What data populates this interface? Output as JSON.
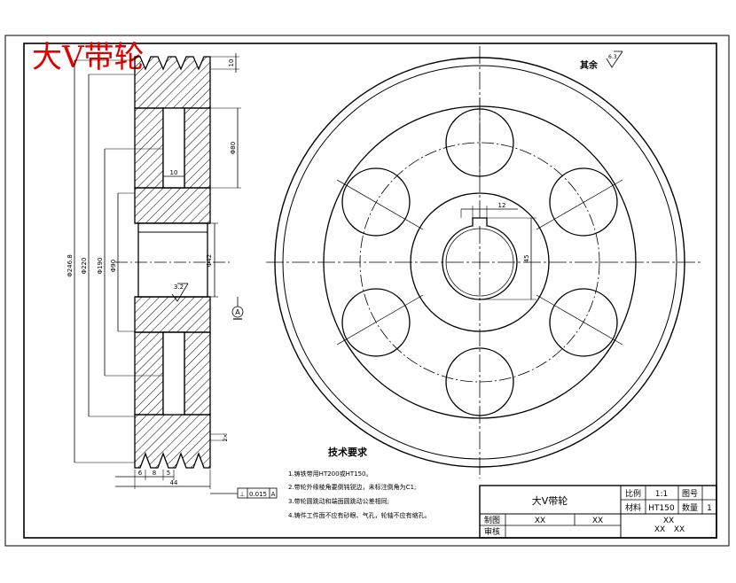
{
  "banner_title": "大V带轮",
  "surface_note": {
    "label": "其余",
    "roughness": "6.3"
  },
  "section_view": {
    "dim_top_width": "10",
    "dim_diameters": [
      "Φ246.8",
      "Φ220",
      "Φ190",
      "Φ90"
    ],
    "dim_hub_bore": "Φ42",
    "dim_inner": "Φ80",
    "dim_rib": "10",
    "roughness_bore": "3.2",
    "datum_label": "A",
    "bottom_dims": [
      "6",
      "8",
      "5"
    ],
    "overall_width": "44",
    "tolerance_frame": [
      "⊥",
      "0.015",
      "A"
    ],
    "chamfer_note": "2×"
  },
  "front_view": {
    "keyway_width": "12",
    "keyway_depth": "45"
  },
  "technical_requirements": {
    "heading": "技术要求",
    "items": [
      "1.铸铁带用HT200或HT150。",
      "2.带轮外缘棱角要倒钝锐边，未标注倒角为C1;",
      "3.带轮圆跳动和端面圆跳动公差相同;",
      "4.铸件工件面不应有砂眼、气孔，轮轴不应有缩孔。"
    ]
  },
  "title_block": {
    "part_name": "大V带轮",
    "scale_label": "比例",
    "scale_value": "1:1",
    "drawing_no_label": "图号",
    "material_label": "材料",
    "material_value": "HT150",
    "qty_label": "数量",
    "qty_value": "1",
    "drawn_label": "制图",
    "drawn_value": "XX",
    "drawn_date": "XX",
    "check_label": "审核",
    "company_1": "XX",
    "company_2": "XX",
    "company_3": "XX"
  }
}
